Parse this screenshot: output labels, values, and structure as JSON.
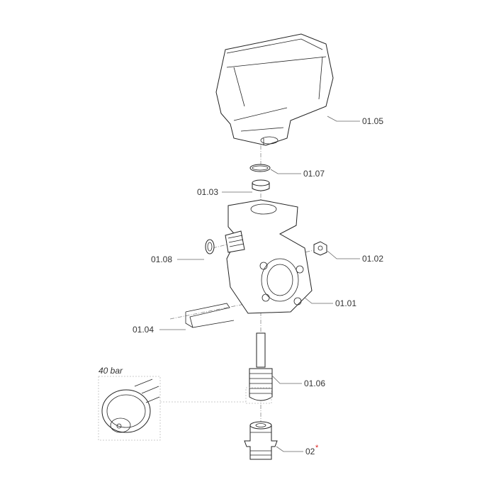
{
  "parts": [
    {
      "id": "cover",
      "label": "01.05"
    },
    {
      "id": "o-ring",
      "label": "01.07"
    },
    {
      "id": "seal",
      "label": "01.03"
    },
    {
      "id": "washer",
      "label": "01.08"
    },
    {
      "id": "nut",
      "label": "01.02"
    },
    {
      "id": "body",
      "label": "01.01"
    },
    {
      "id": "clip",
      "label": "01.04"
    },
    {
      "id": "piston",
      "label": "01.06"
    },
    {
      "id": "fitting",
      "label": "02",
      "marker": "*"
    }
  ],
  "detail": {
    "label": "40 bar"
  },
  "colors": {
    "marker": "#e0201e",
    "line": "#222222"
  }
}
